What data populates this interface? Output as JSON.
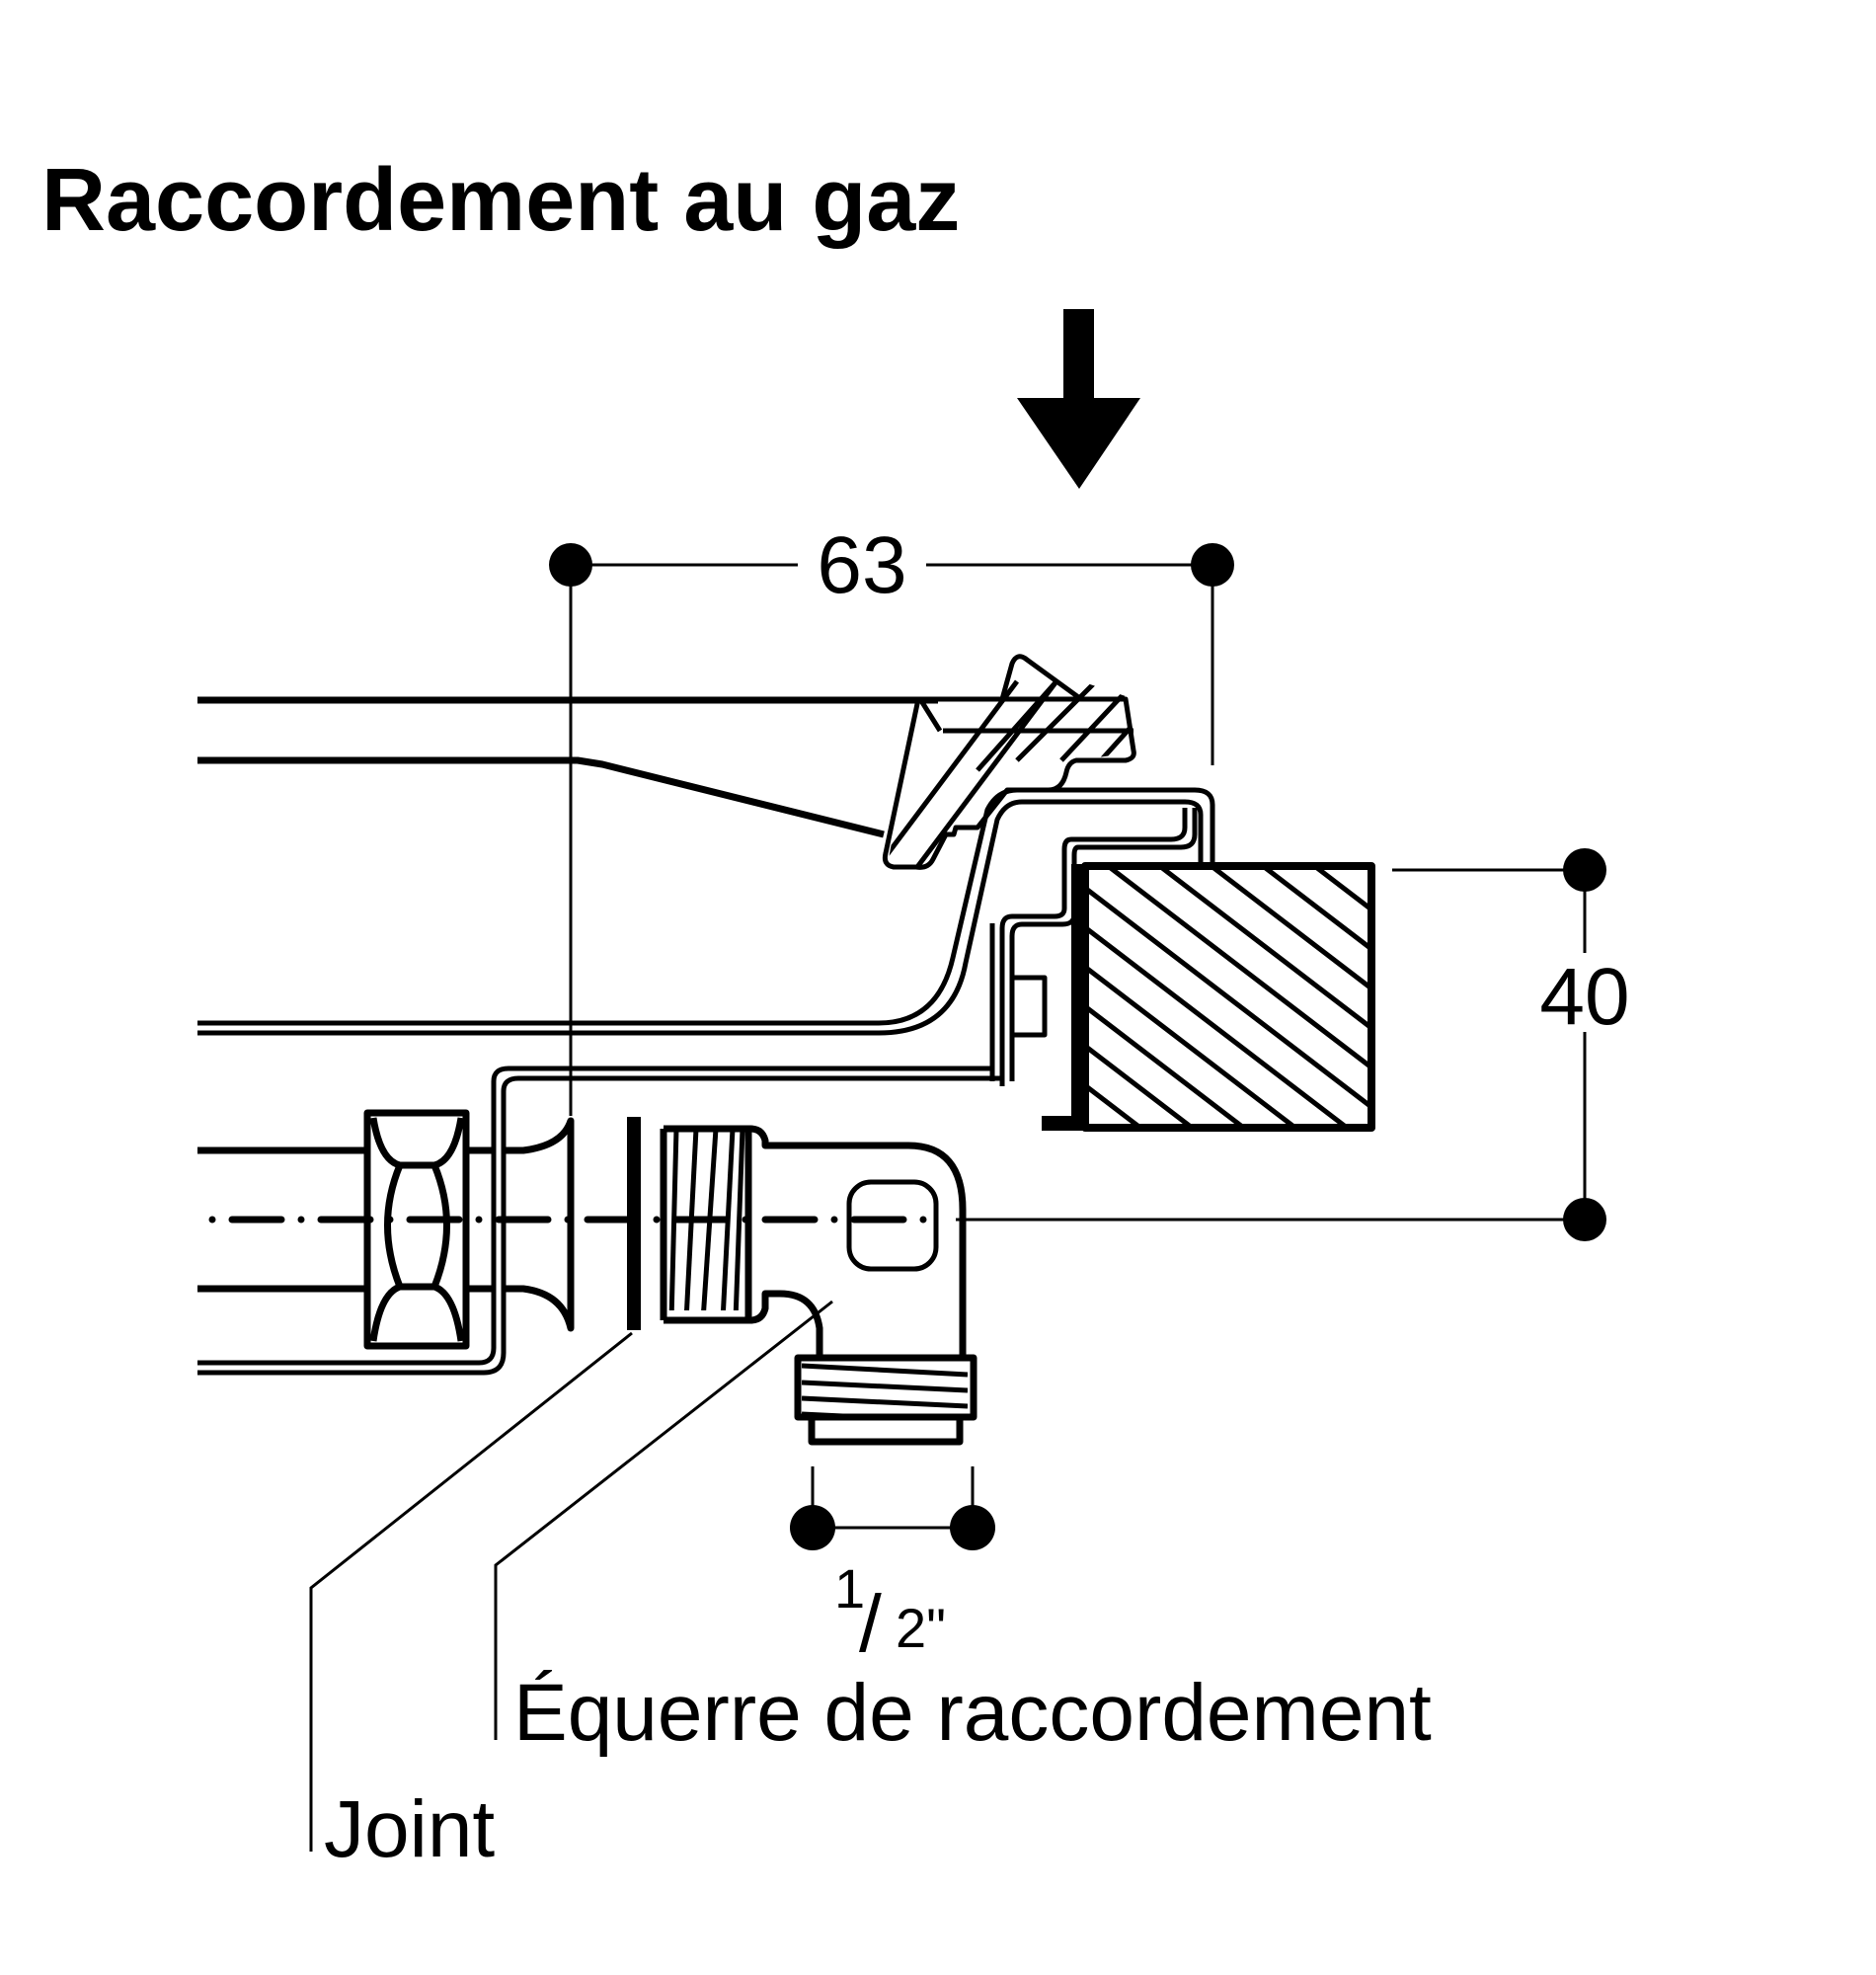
{
  "title": "Raccordement au gaz",
  "dimensions": {
    "width_label": "63",
    "height_label": "40",
    "thread_numerator": "1",
    "thread_slash": "/",
    "thread_denominator": "2\""
  },
  "labels": {
    "elbow": "Équerre de raccordement",
    "gasket": "Joint"
  },
  "icons": {
    "direction": "arrow-down-icon"
  },
  "colors": {
    "ink": "#000000",
    "background": "#ffffff"
  }
}
